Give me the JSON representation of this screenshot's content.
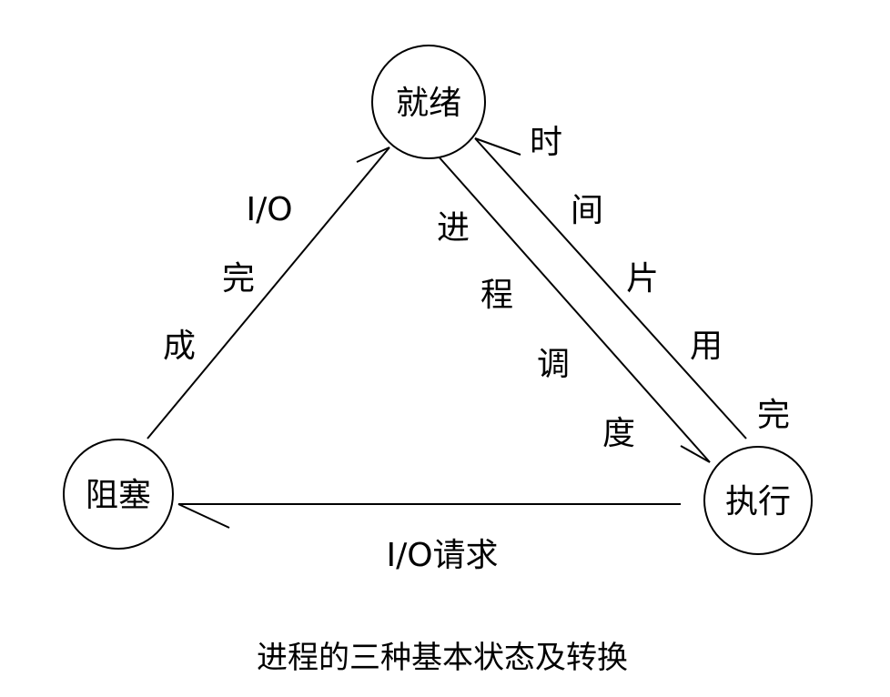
{
  "nodes": {
    "ready": "就绪",
    "blocked": "阻塞",
    "running": "执行"
  },
  "edges": {
    "io_complete": [
      "I/O",
      "完",
      "成"
    ],
    "process_scheduling": [
      "进",
      "程",
      "调",
      "度"
    ],
    "time_slice_used_up": [
      "时",
      "间",
      "片",
      "用",
      "完"
    ],
    "io_request": "I/O请求"
  },
  "caption": "进程的三种基本状态及转换"
}
